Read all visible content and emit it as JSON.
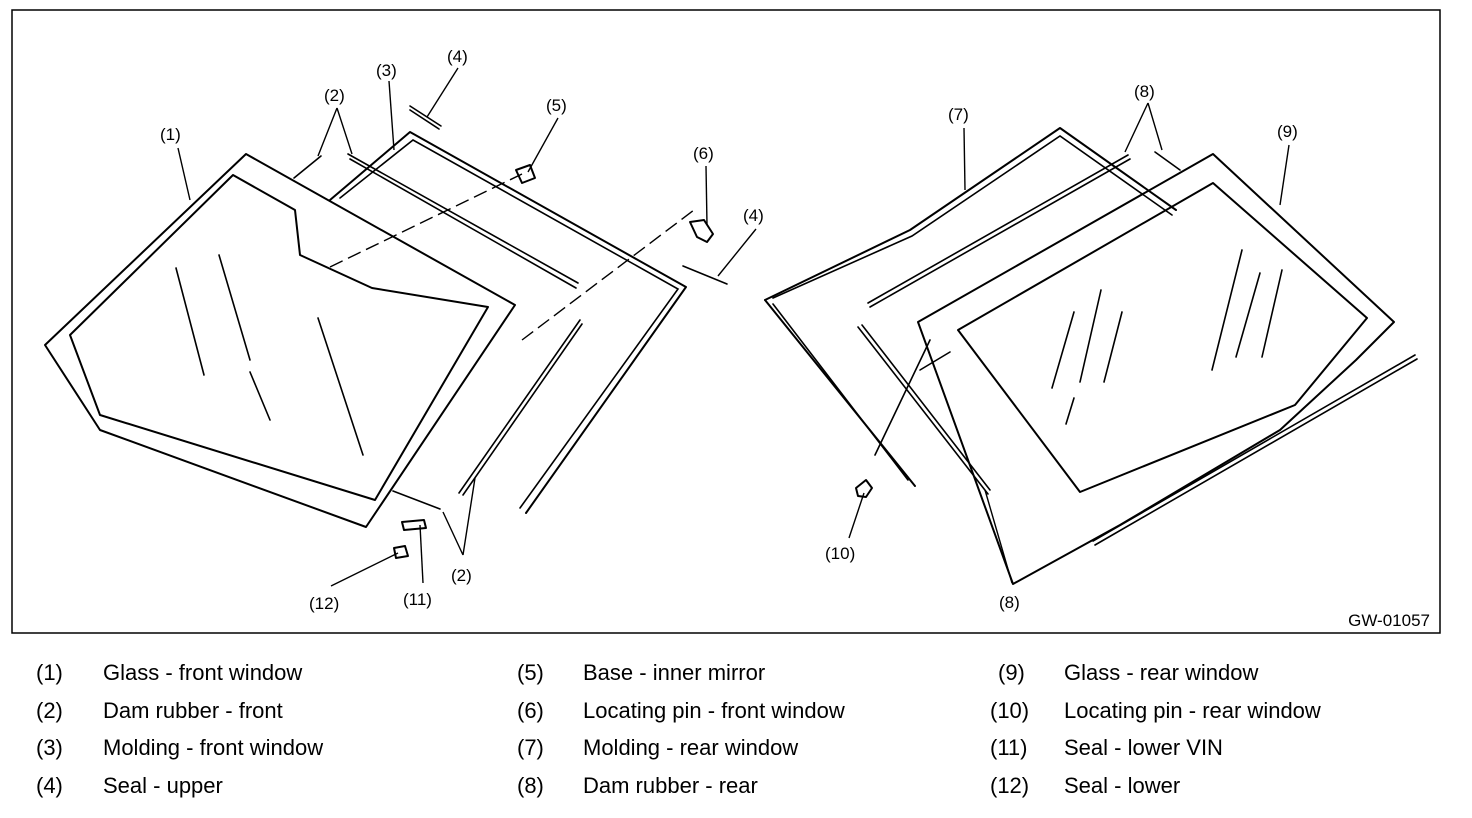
{
  "figure": {
    "id": "GW-01057",
    "callouts": {
      "c1": "(1)",
      "c2a": "(2)",
      "c2b": "(2)",
      "c3": "(3)",
      "c4a": "(4)",
      "c4b": "(4)",
      "c5": "(5)",
      "c6": "(6)",
      "c7": "(7)",
      "c8a": "(8)",
      "c8b": "(8)",
      "c9": "(9)",
      "c10": "(10)",
      "c11": "(11)",
      "c12": "(12)"
    }
  },
  "legend": [
    {
      "num": "(1)",
      "text": "Glass - front window"
    },
    {
      "num": "(2)",
      "text": "Dam rubber - front"
    },
    {
      "num": "(3)",
      "text": "Molding - front window"
    },
    {
      "num": "(4)",
      "text": "Seal - upper"
    },
    {
      "num": "(5)",
      "text": "Base - inner mirror"
    },
    {
      "num": "(6)",
      "text": "Locating pin - front window"
    },
    {
      "num": "(7)",
      "text": "Molding - rear window"
    },
    {
      "num": "(8)",
      "text": "Dam rubber - rear"
    },
    {
      "num": "(9)",
      "text": "Glass - rear window"
    },
    {
      "num": "(10)",
      "text": "Locating pin - rear window"
    },
    {
      "num": "(11)",
      "text": "Seal - lower VIN"
    },
    {
      "num": "(12)",
      "text": "Seal - lower"
    }
  ]
}
